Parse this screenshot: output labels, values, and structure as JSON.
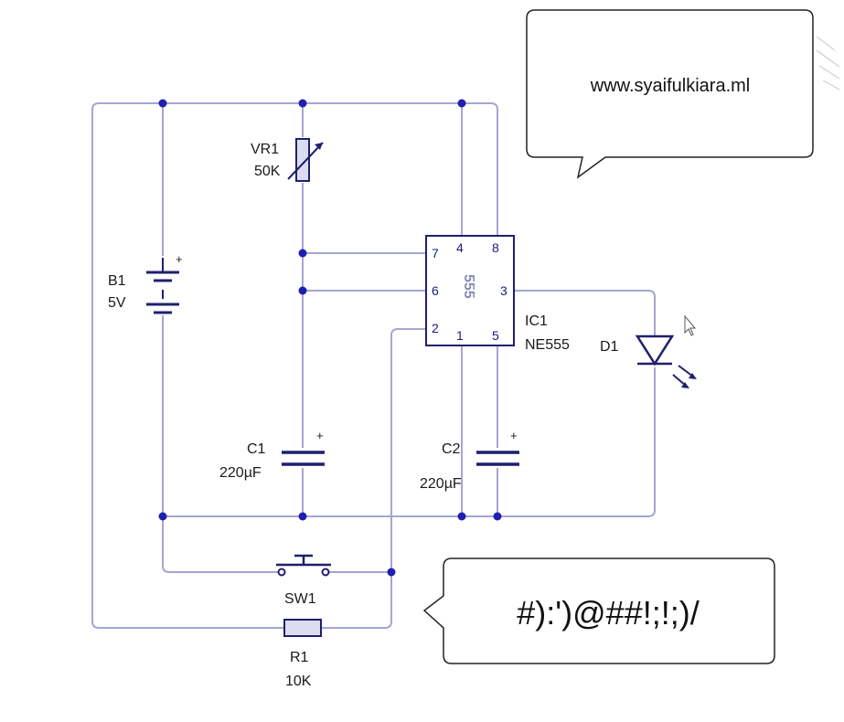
{
  "callouts": {
    "website": "www.syaifulkiara.ml",
    "message": "#):')@##!;!;)/"
  },
  "components": {
    "vr1": {
      "ref": "VR1",
      "value": "50K"
    },
    "b1": {
      "ref": "B1",
      "value": "5V",
      "plus": "+"
    },
    "c1": {
      "ref": "C1",
      "value": "220µF",
      "plus": "+"
    },
    "c2": {
      "ref": "C2",
      "value": "220µF",
      "plus": "+"
    },
    "ic1": {
      "ref": "IC1",
      "value": "NE555",
      "body": "555",
      "pins": {
        "p7": "7",
        "p6": "6",
        "p2": "2",
        "p4": "4",
        "p8": "8",
        "p3": "3",
        "p1": "1",
        "p5": "5"
      }
    },
    "d1": {
      "ref": "D1"
    },
    "sw1": {
      "ref": "SW1"
    },
    "r1": {
      "ref": "R1",
      "value": "10K"
    }
  },
  "colors": {
    "wire": "#a6a6d0",
    "component": "#1f1f6e",
    "junction": "#1f1fb0"
  }
}
